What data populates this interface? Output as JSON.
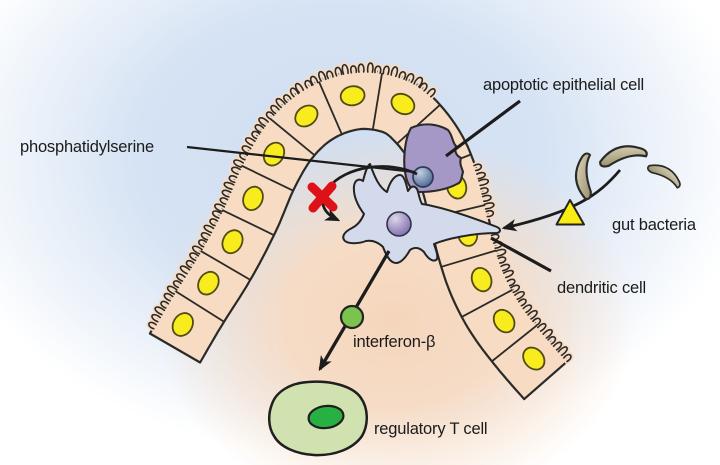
{
  "labels": {
    "apoptotic_epithelial_cell": "apoptotic epithelial cell",
    "phosphatidylserine": "phosphatidylserine",
    "gut_bacteria": "gut bacteria",
    "dendritic_cell": "dendritic cell",
    "interferon_beta": "interferon-β",
    "regulatory_t_cell": "regulatory T cell"
  },
  "colors": {
    "background_blue": "#d4e2f3",
    "background_peach": "#f5d8bf",
    "epithelial_cell_fill": "#f7dbc2",
    "epithelial_outline": "#2a2a28",
    "nucleus_yellow": "#f9ec1e",
    "nucleus_outline": "#514c14",
    "apoptotic_cell_purple": "#a698c6",
    "phosphatidylserine_dot": "#47628d",
    "dendritic_cell_fill": "#d2daec",
    "dendritic_nucleus_purple": "#8e7fb5",
    "inhibition_x_red": "#df1118",
    "interferon_dot_green": "#7cc24f",
    "treg_body_green": "#cfe2b0",
    "treg_nucleus_green": "#29b043",
    "bacteria_tan": "#b9af92",
    "antigen_triangle_yellow": "#f8ec14",
    "arrow_black": "#1c1c1c"
  }
}
